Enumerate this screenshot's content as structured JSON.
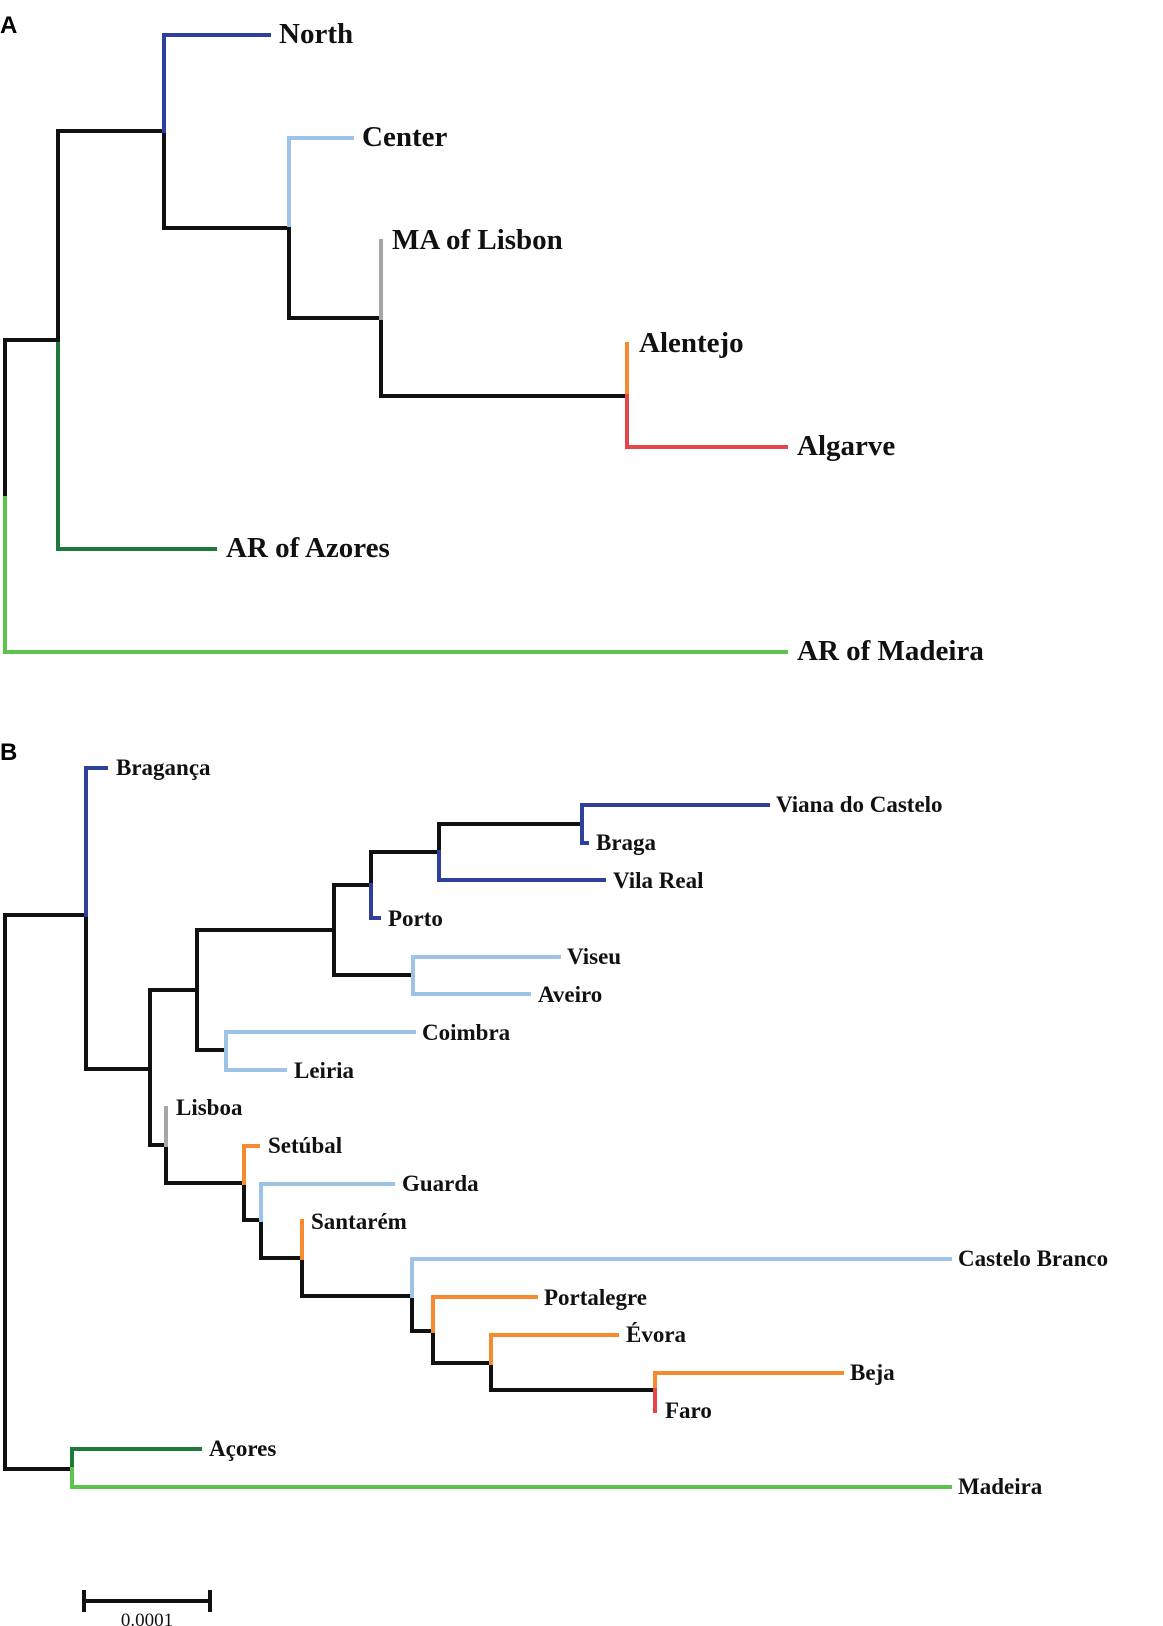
{
  "panels": {
    "a": {
      "label": "A"
    },
    "b": {
      "label": "B"
    }
  },
  "colors": {
    "black": "#111111",
    "north": "#2e3f9c",
    "center": "#9dc3e6",
    "lisbon": "#a6a6a6",
    "alentejo": "#f58a2e",
    "algarve": "#e8454a",
    "azores": "#1f7a3a",
    "madeira": "#5ec24f"
  },
  "tree_a": {
    "leaves": [
      {
        "id": "north",
        "name": "North",
        "color": "north"
      },
      {
        "id": "center",
        "name": "Center",
        "color": "center"
      },
      {
        "id": "lisbon",
        "name": "MA of Lisbon",
        "color": "lisbon"
      },
      {
        "id": "alentejo",
        "name": "Alentejo",
        "color": "alentejo"
      },
      {
        "id": "algarve",
        "name": "Algarve",
        "color": "algarve"
      },
      {
        "id": "azores",
        "name": "AR of Azores",
        "color": "azores"
      },
      {
        "id": "madeira",
        "name": "AR of Madeira",
        "color": "madeira"
      }
    ]
  },
  "tree_b": {
    "leaves": [
      {
        "id": "braganca",
        "name": "Bragança",
        "color": "north"
      },
      {
        "id": "viana",
        "name": "Viana do Castelo",
        "color": "north"
      },
      {
        "id": "braga",
        "name": "Braga",
        "color": "north"
      },
      {
        "id": "vilareal",
        "name": "Vila Real",
        "color": "north"
      },
      {
        "id": "porto",
        "name": "Porto",
        "color": "north"
      },
      {
        "id": "viseu",
        "name": "Viseu",
        "color": "center"
      },
      {
        "id": "aveiro",
        "name": "Aveiro",
        "color": "center"
      },
      {
        "id": "coimbra",
        "name": "Coimbra",
        "color": "center"
      },
      {
        "id": "leiria",
        "name": "Leiria",
        "color": "center"
      },
      {
        "id": "lisboa",
        "name": "Lisboa",
        "color": "lisbon"
      },
      {
        "id": "setubal",
        "name": "Setúbal",
        "color": "alentejo"
      },
      {
        "id": "guarda",
        "name": "Guarda",
        "color": "center"
      },
      {
        "id": "santarem",
        "name": "Santarém",
        "color": "alentejo"
      },
      {
        "id": "castelobranco",
        "name": "Castelo Branco",
        "color": "center"
      },
      {
        "id": "portalegre",
        "name": "Portalegre",
        "color": "alentejo"
      },
      {
        "id": "evora",
        "name": "Évora",
        "color": "alentejo"
      },
      {
        "id": "beja",
        "name": "Beja",
        "color": "alentejo"
      },
      {
        "id": "faro",
        "name": "Faro",
        "color": "algarve"
      },
      {
        "id": "acores",
        "name": "Açores",
        "color": "azores"
      },
      {
        "id": "madeira",
        "name": "Madeira",
        "color": "madeira"
      }
    ]
  },
  "scale_bar": {
    "label": "0.0001"
  }
}
